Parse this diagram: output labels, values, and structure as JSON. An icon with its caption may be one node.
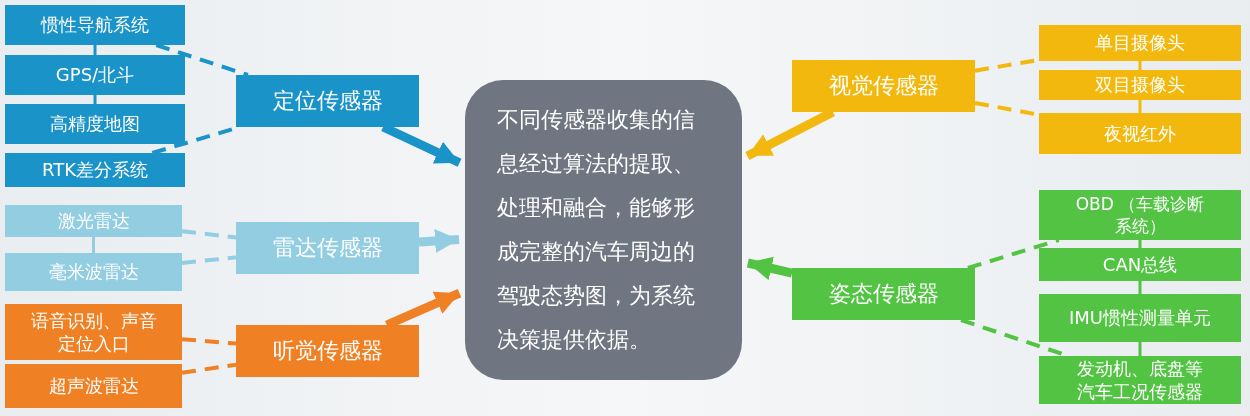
{
  "diagram": {
    "nodes": [
      {
        "text": [
          "惯性导航系统"
        ]
      },
      {
        "text": [
          "GPS/北斗"
        ]
      },
      {
        "text": [
          "高精度地图"
        ]
      },
      {
        "text": [
          "RTK差分系统"
        ]
      },
      {
        "text": [
          "定位传感器"
        ]
      },
      {
        "text": [
          "激光雷达"
        ]
      },
      {
        "text": [
          "毫米波雷达"
        ]
      },
      {
        "text": [
          "语音识别、声音定位入口"
        ]
      },
      {
        "text": [
          "超声波雷达"
        ]
      },
      {
        "text": [
          "雷达传感器"
        ]
      },
      {
        "text": [
          "听觉传感器"
        ]
      },
      {
        "text": [
          "不同传感器收集的信息经过算法的提取、处理和融合，能够形成完整的汽车周边的驾驶态势图，为系统决策提供依据。"
        ]
      },
      {
        "text": [
          "视觉传感器"
        ]
      },
      {
        "text": [
          "单目摄像头"
        ]
      },
      {
        "text": [
          "双目摄像头"
        ]
      },
      {
        "text": [
          "夜视红外"
        ]
      },
      {
        "text": [
          "姿态传感器"
        ]
      },
      {
        "text": [
          "OBD （车载诊断系统）"
        ]
      },
      {
        "text": [
          "CAN总线"
        ]
      },
      {
        "text": [
          "IMU惯性测量单元"
        ]
      },
      {
        "text": [
          "发动机、底盘等汽车工况传感器"
        ]
      }
    ],
    "edges": [
      {
        "from": 0,
        "to": 1,
        "arrow": "none",
        "color": "#1a93c8"
      },
      {
        "from": 1,
        "to": 2,
        "arrow": "none",
        "color": "#1a93c8"
      },
      {
        "from": 0,
        "to": 4,
        "arrow": "none",
        "style": "dashed",
        "color": "#1a93c8"
      },
      {
        "from": 3,
        "to": 4,
        "arrow": "none",
        "style": "dashed",
        "color": "#1a93c8"
      },
      {
        "from": 5,
        "to": 6,
        "arrow": "none",
        "color": "#92cde2"
      },
      {
        "from": 5,
        "to": 9,
        "arrow": "none",
        "style": "dashed",
        "color": "#92cde2"
      },
      {
        "from": 6,
        "to": 9,
        "arrow": "none",
        "style": "dashed",
        "color": "#92cde2"
      },
      {
        "from": 7,
        "to": 10,
        "arrow": "none",
        "style": "dashed",
        "color": "#f08024"
      },
      {
        "from": 8,
        "to": 10,
        "arrow": "none",
        "style": "dashed",
        "color": "#f08024"
      },
      {
        "from": 4,
        "to": 11,
        "arrow": "to",
        "style": "thick",
        "color": "#1a93c8"
      },
      {
        "from": 9,
        "to": 11,
        "arrow": "to",
        "style": "thick",
        "color": "#92cde2"
      },
      {
        "from": 10,
        "to": 11,
        "arrow": "to",
        "style": "thick",
        "color": "#f08024"
      },
      {
        "from": 12,
        "to": 11,
        "arrow": "to",
        "style": "thick",
        "color": "#f3b80e"
      },
      {
        "from": 16,
        "to": 11,
        "arrow": "to",
        "style": "thick",
        "color": "#52c342"
      },
      {
        "from": 13,
        "to": 14,
        "arrow": "none",
        "color": "#f3b80e"
      },
      {
        "from": 14,
        "to": 15,
        "arrow": "none",
        "color": "#f3b80e"
      },
      {
        "from": 12,
        "to": 13,
        "arrow": "none",
        "style": "dashed",
        "color": "#f3b80e"
      },
      {
        "from": 12,
        "to": 15,
        "arrow": "none",
        "style": "dashed",
        "color": "#f3b80e"
      },
      {
        "from": 17,
        "to": 18,
        "arrow": "none",
        "color": "#52c342"
      },
      {
        "from": 18,
        "to": 19,
        "arrow": "none",
        "color": "#52c342"
      },
      {
        "from": 19,
        "to": 20,
        "arrow": "none",
        "color": "#52c342"
      },
      {
        "from": 16,
        "to": 17,
        "arrow": "none",
        "style": "dashed",
        "color": "#52c342"
      },
      {
        "from": 16,
        "to": 20,
        "arrow": "none",
        "style": "dashed",
        "color": "#52c342"
      }
    ]
  }
}
